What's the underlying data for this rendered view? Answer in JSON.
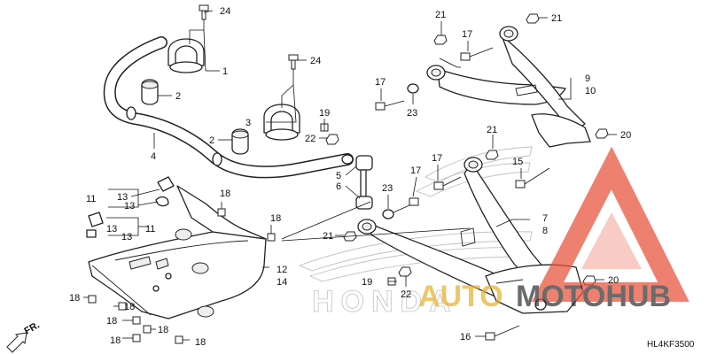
{
  "diagram": {
    "code": "HL4KF3500",
    "front_marker": "FR.",
    "brand_outline_text": "HONDA",
    "watermark_text_left": "AUTO",
    "watermark_text_right": "MOTOHUB",
    "watermark_color": "#e8503a",
    "hub_text_color": "#333333",
    "callouts": {
      "c24a": "24",
      "c1": "1",
      "c2a": "2",
      "c24b": "24",
      "c3": "3",
      "c2b": "2",
      "c4": "4",
      "c19a": "19",
      "c22a": "22",
      "c5": "5",
      "c6": "6",
      "c11a": "11",
      "c13a": "13",
      "c13b": "13",
      "c13c": "13",
      "c13d": "13",
      "c11b": "11",
      "c18a": "18",
      "c18b": "18",
      "c12": "12",
      "c14": "14",
      "c18c": "18",
      "c18d": "18",
      "c18e": "18",
      "c18f": "18",
      "c18g": "18",
      "c21a": "21",
      "c21b": "21",
      "c17a": "17",
      "c9": "9",
      "c10": "10",
      "c17b": "17",
      "c23a": "23",
      "c21c": "21",
      "c20a": "20",
      "c15": "15",
      "c17c": "17",
      "c17d": "17",
      "c23b": "23",
      "c7": "7",
      "c8": "8",
      "c21d": "21",
      "c19b": "19",
      "c22b": "22",
      "c20b": "20",
      "c16": "16"
    }
  }
}
